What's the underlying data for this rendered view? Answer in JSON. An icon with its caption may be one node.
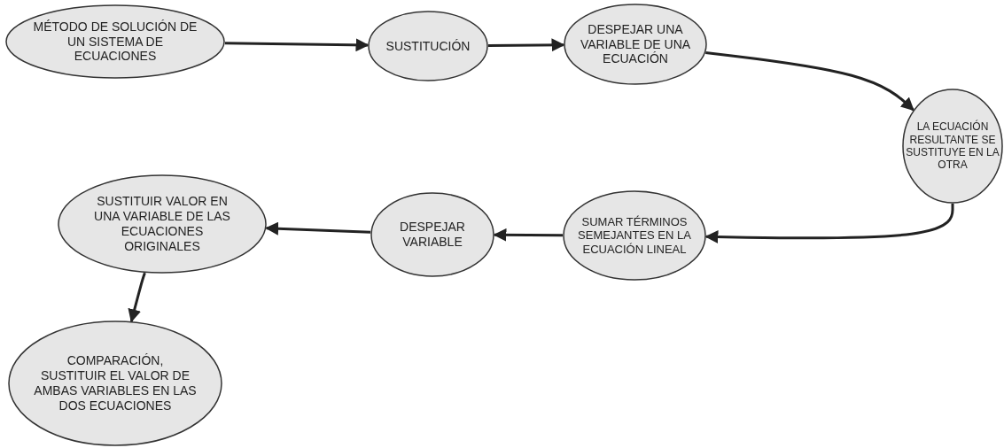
{
  "diagram": {
    "nodes": [
      {
        "text": [
          "MÉTODO DE SOLUCIÓN DE UN SISTEMA DE ECUACIONES"
        ]
      },
      {
        "text": [
          "SUSTITUCIÓN"
        ]
      },
      {
        "text": [
          "DESPEJAR UNA VARIABLE DE UNA ECUACIÓN"
        ]
      },
      {
        "text": [
          "LA ECUACIÓN RESULTANTE SE SUSTITUYE EN LA OTRA"
        ]
      },
      {
        "text": [
          "SUMAR TÉRMINOS SEMEJANTES EN LA ECUACIÓN LINEAL"
        ]
      },
      {
        "text": [
          "DESPEJAR VARIABLE"
        ]
      },
      {
        "text": [
          "SUSTITUIR VALOR EN UNA VARIABLE DE LAS ECUACIONES ORIGINALES"
        ]
      },
      {
        "text": [
          "COMPARACIÓN, SUSTITUIR EL VALOR DE AMBAS VARIABLES EN LAS DOS ECUACIONES"
        ]
      }
    ],
    "edges": [
      {
        "from": 0,
        "to": 1,
        "arrow": "to"
      },
      {
        "from": 1,
        "to": 2,
        "arrow": "to"
      },
      {
        "from": 2,
        "to": 3,
        "arrow": "to"
      },
      {
        "from": 3,
        "to": 4,
        "arrow": "to"
      },
      {
        "from": 4,
        "to": 5,
        "arrow": "to"
      },
      {
        "from": 5,
        "to": 6,
        "arrow": "to"
      },
      {
        "from": 6,
        "to": 7,
        "arrow": "to"
      }
    ]
  }
}
